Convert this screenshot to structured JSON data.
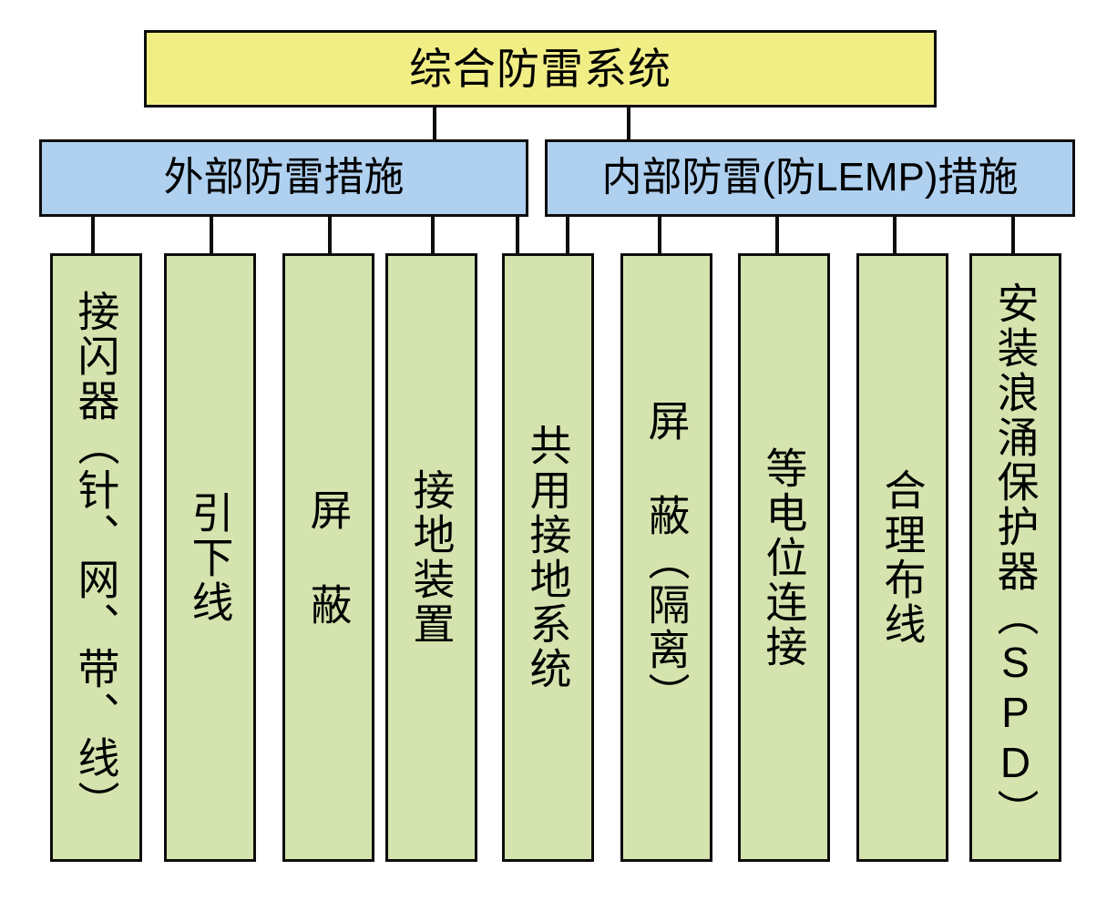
{
  "diagram": {
    "title": "综合防雷系统",
    "root": {
      "label": "综合防雷系统"
    },
    "branches": [
      {
        "label": "外部防雷措施"
      },
      {
        "label": "内部防雷(防LEMP)措施"
      }
    ],
    "leaves": [
      {
        "label": "接闪器（针、网、带、线）"
      },
      {
        "label": "引下线"
      },
      {
        "label": "屏 蔽"
      },
      {
        "label": "接地装置"
      },
      {
        "label": "共用接地系统"
      },
      {
        "label": "屏 蔽（隔离）"
      },
      {
        "label": "等电位连接"
      },
      {
        "label": "合理布线"
      },
      {
        "label": "安装浪涌保护器（SPD）"
      }
    ],
    "colors": {
      "root_fill": "#f2ee86",
      "branch_fill": "#afd0ef",
      "leaf_fill": "#d5e3ae",
      "border": "#0d0d0d",
      "background": "#ffffff"
    }
  }
}
